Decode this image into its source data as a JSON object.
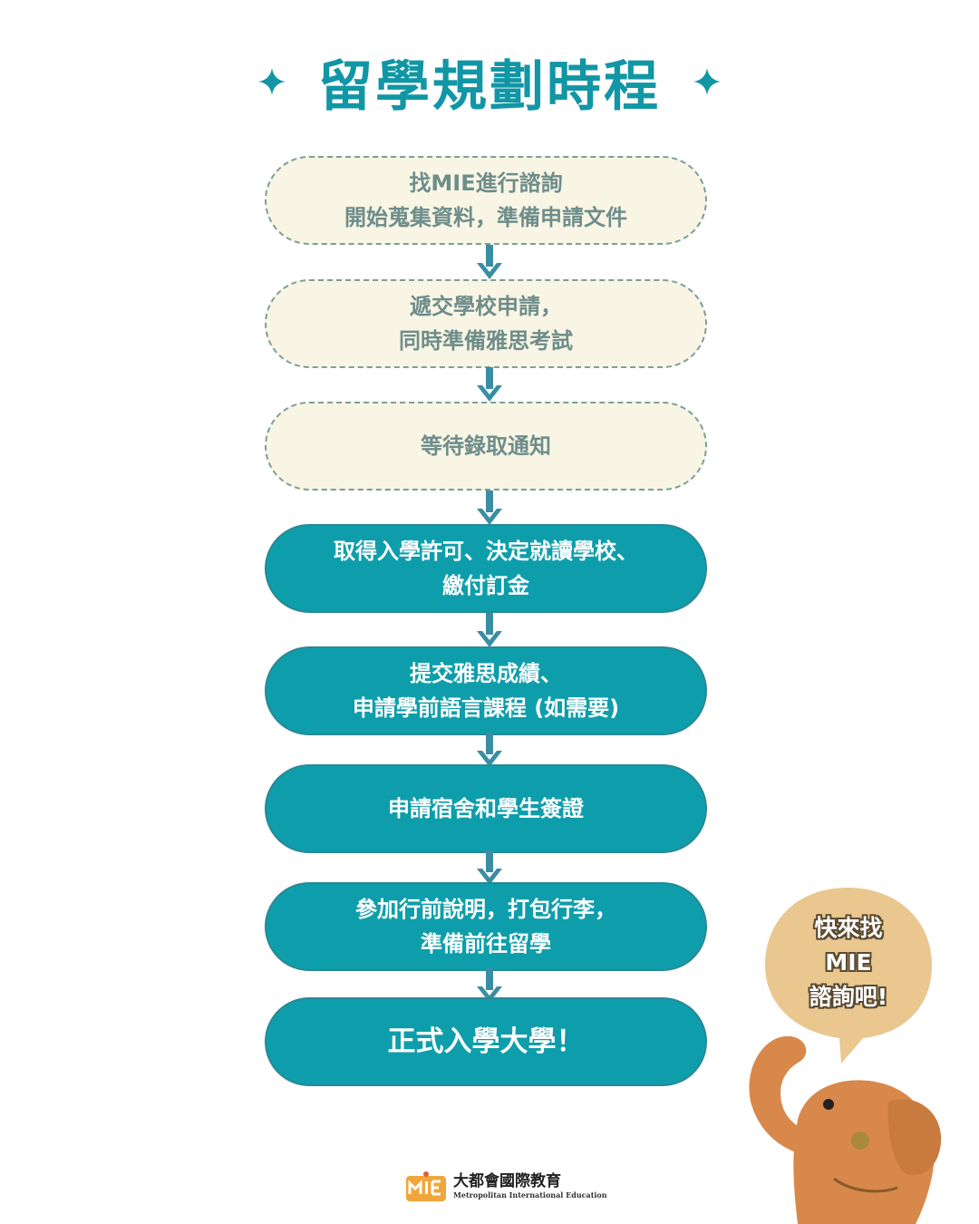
{
  "title": "留學規劃時程",
  "steps": [
    {
      "lines": [
        "找MIE進行諮詢",
        "開始蒐集資料，準備申請文件"
      ],
      "style": "light"
    },
    {
      "lines": [
        "遞交學校申請，",
        "同時準備雅思考試"
      ],
      "style": "light"
    },
    {
      "lines": [
        "等待錄取通知"
      ],
      "style": "light"
    },
    {
      "lines": [
        "取得入學許可、決定就讀學校、",
        "繳付訂金"
      ],
      "style": "dark"
    },
    {
      "lines": [
        "提交雅思成績、",
        "申請學前語言課程 (如需要)"
      ],
      "style": "dark"
    },
    {
      "lines": [
        "申請宿舍和學生簽證"
      ],
      "style": "dark"
    },
    {
      "lines": [
        "參加行前說明，打包行李，",
        "準備前往留學"
      ],
      "style": "dark"
    },
    {
      "lines": [
        "正式入學大學！"
      ],
      "style": "dark"
    }
  ],
  "bubble": {
    "lines": [
      "快來找",
      "MIE",
      "諮詢吧!"
    ]
  },
  "footer": {
    "logo_text": "MIE",
    "name_cn": "大都會國際教育",
    "name_en": "Metropolitan International Education"
  },
  "colors": {
    "accent": "#1196a5",
    "light_fill": "#f8f5e4",
    "dark_fill": "#0e9eab",
    "arrow": "#3a8ea3",
    "elephant": "#d7884a",
    "bubble": "#e9c78f"
  },
  "icons": {
    "title_decoration": "sparkle-icon",
    "connector": "arrow-down-icon"
  }
}
